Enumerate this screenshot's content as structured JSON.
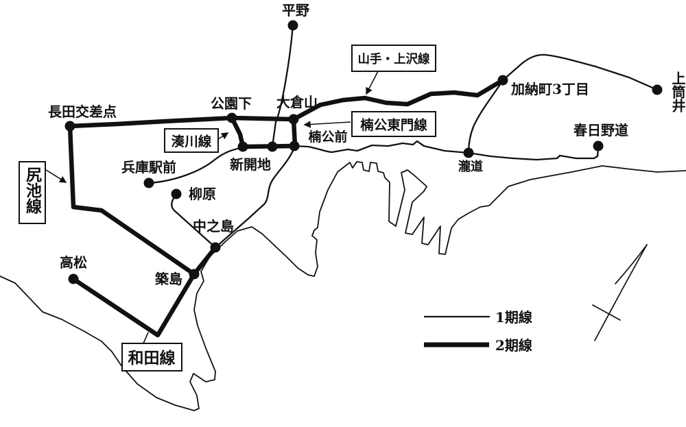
{
  "map": {
    "kind": "tram-network-map",
    "colors": {
      "ink": "#111111",
      "background": "#ffffff"
    },
    "stations": [
      {
        "name": "平野"
      },
      {
        "name": "長田交差点"
      },
      {
        "name": "公園下"
      },
      {
        "name": "大倉山"
      },
      {
        "name": "楠公前"
      },
      {
        "name": "新開地"
      },
      {
        "name": "兵庫駅前"
      },
      {
        "name": "柳原"
      },
      {
        "name": "中之島"
      },
      {
        "name": "高松"
      },
      {
        "name": "築島"
      },
      {
        "name": "加納町3丁目"
      },
      {
        "name": "上筒井"
      },
      {
        "name": "春日野道"
      },
      {
        "name": "瀧道"
      }
    ],
    "lines": [
      {
        "label": "山手・上沢線"
      },
      {
        "label": "楠公東門線"
      },
      {
        "label": "湊川線"
      },
      {
        "label": "尻池線"
      },
      {
        "label": "和田線"
      }
    ],
    "legend": {
      "items": [
        {
          "label": "1期線",
          "style": "thin-line"
        },
        {
          "label": "2期線",
          "style": "thick-line"
        }
      ]
    }
  }
}
